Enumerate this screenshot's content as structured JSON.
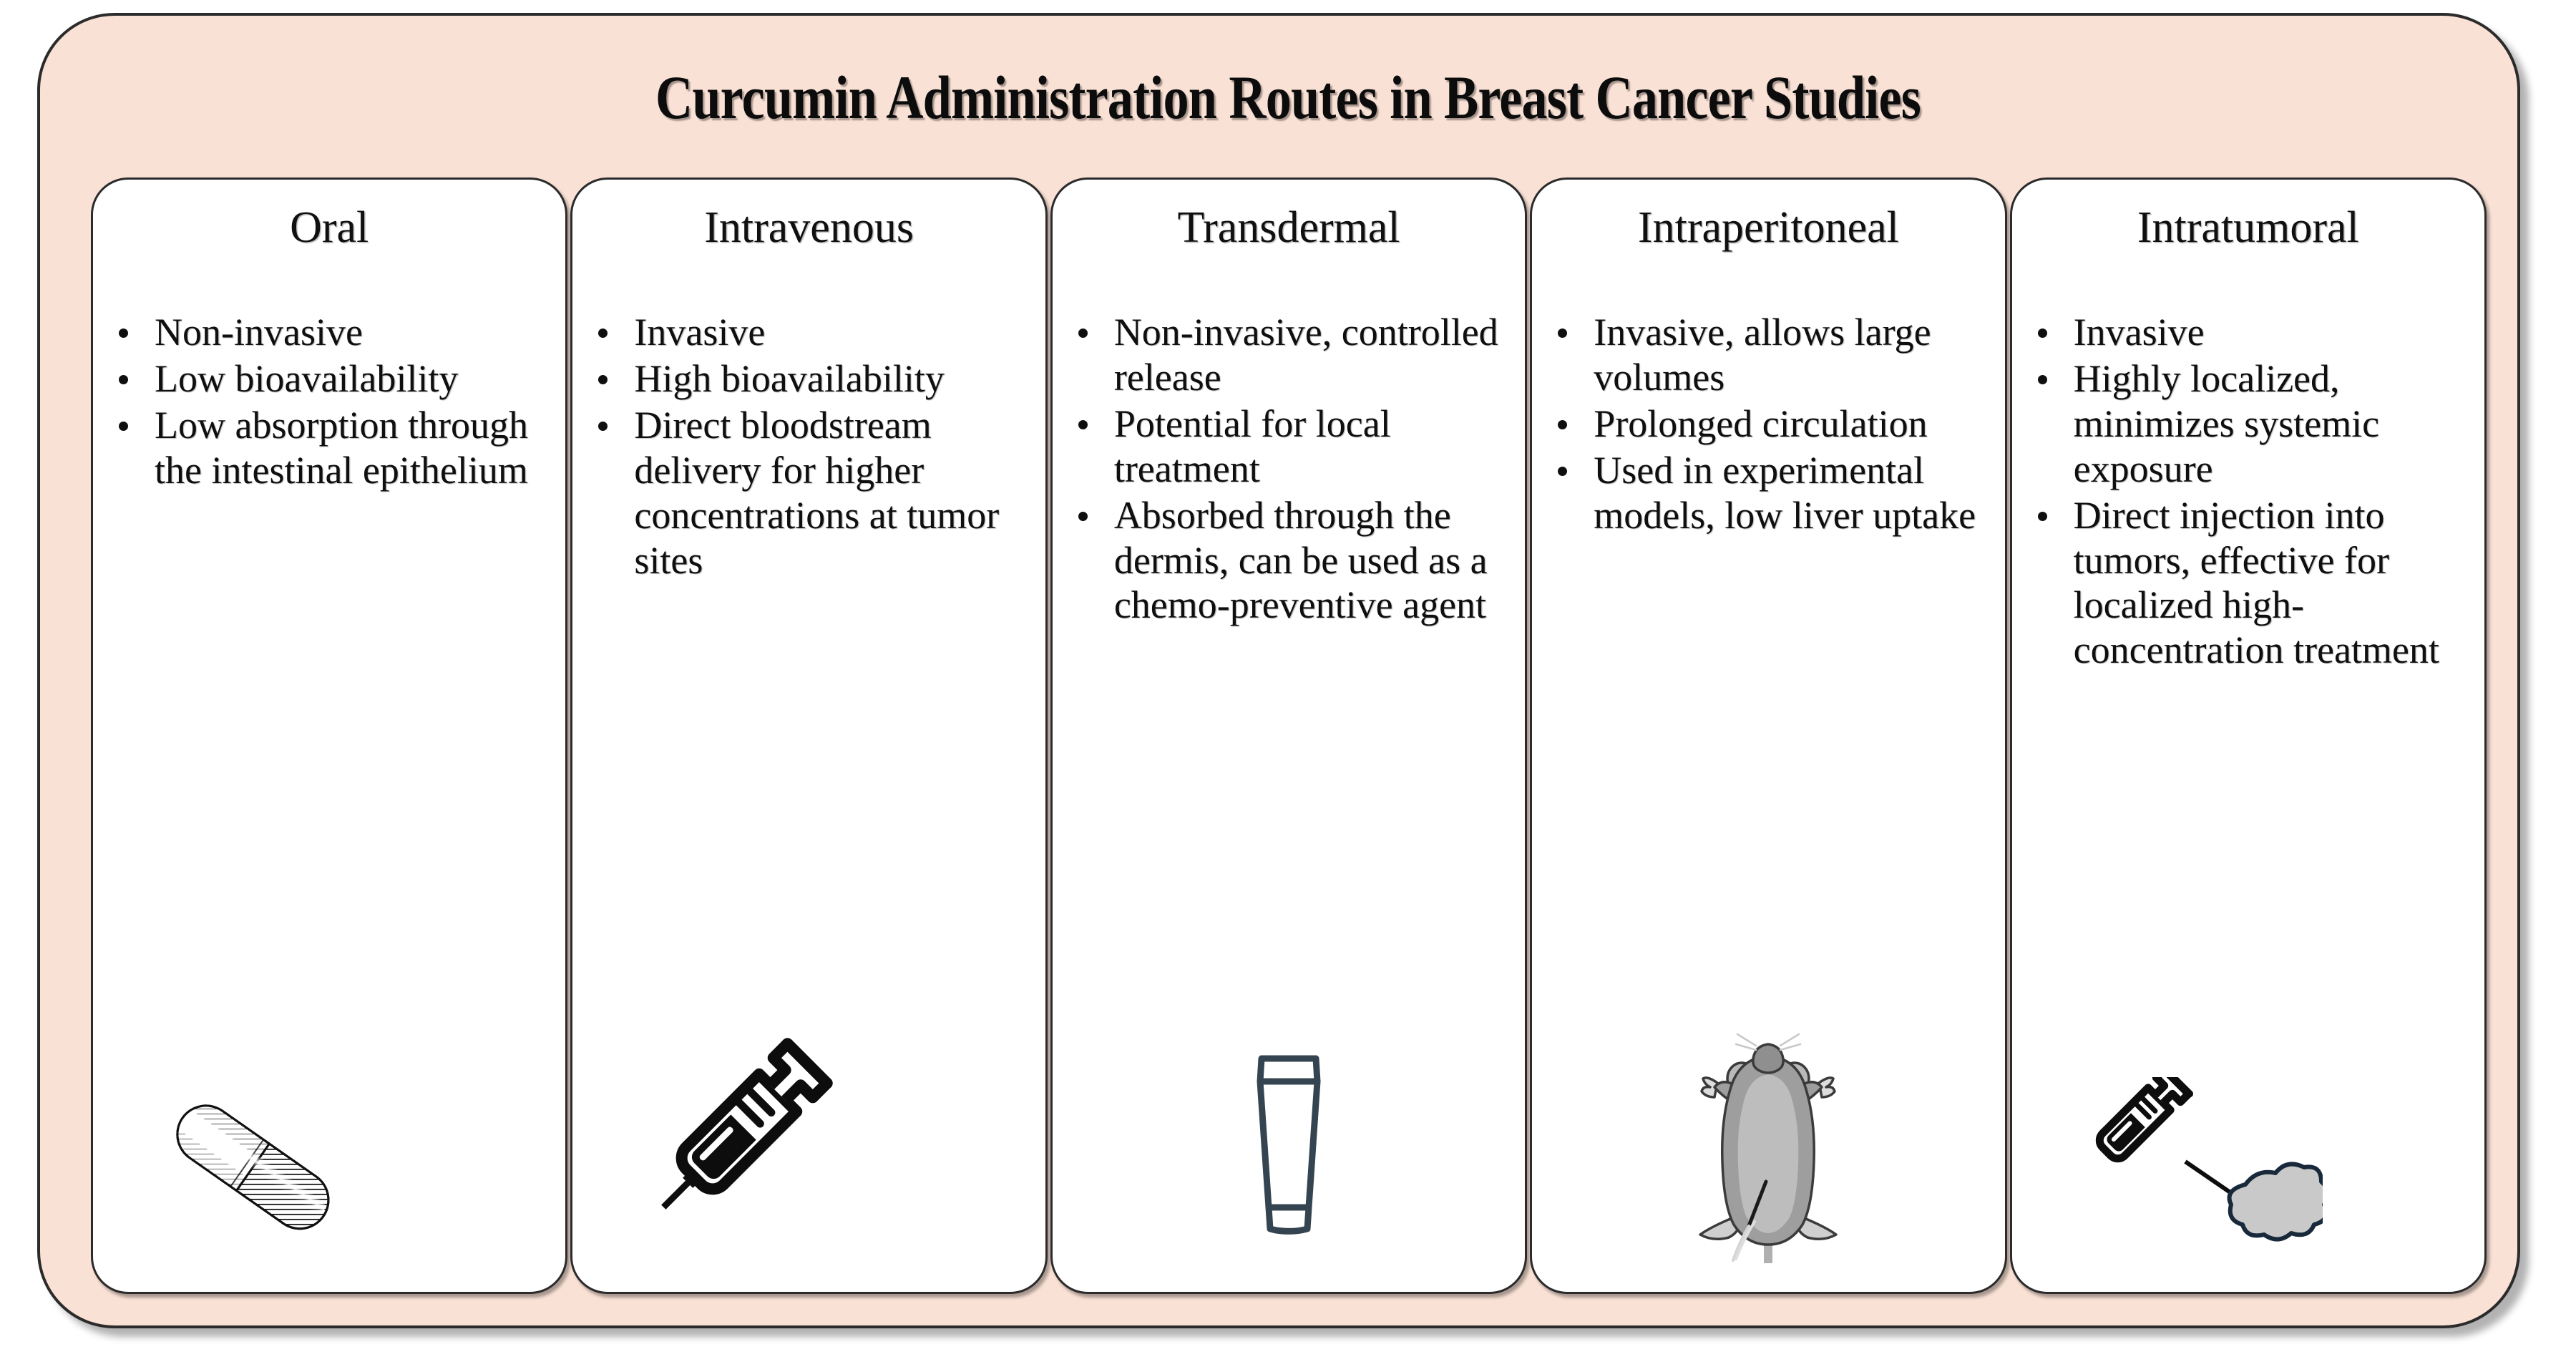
{
  "figure": {
    "title": "Curcumin Administration Routes in Breast Cancer Studies",
    "frame_color": "#fae1d5",
    "card_color": "#ffffff",
    "border_color": "#2b2b2b",
    "text_color": "#0f0f0f"
  },
  "columns": [
    {
      "id": "oral",
      "title": "Oral",
      "bullets": [
        "Non-invasive",
        "Low bioavailability",
        "Low absorption through the intestinal epithelium"
      ],
      "icon": "capsule-pill-icon"
    },
    {
      "id": "intravenous",
      "title": "Intravenous",
      "bullets": [
        "Invasive",
        "High bioavailability",
        "Direct bloodstream delivery for higher concentrations at tumor sites"
      ],
      "icon": "syringe-icon"
    },
    {
      "id": "transdermal",
      "title": "Transdermal",
      "bullets": [
        "Non-invasive, controlled release",
        " Potential for local treatment",
        "Absorbed through the dermis, can be used as a chemo-preventive agent"
      ],
      "icon": "cream-tube-icon"
    },
    {
      "id": "intraperitoneal",
      "title": "Intraperitoneal",
      "bullets": [
        "Invasive, allows large volumes",
        "Prolonged circulation",
        "Used in experimental models, low liver uptake"
      ],
      "icon": "laboratory-mouse-icon"
    },
    {
      "id": "intratumoral",
      "title": "Intratumoral",
      "bullets": [
        "Invasive",
        "Highly localized, minimizes systemic exposure",
        "Direct injection into tumors, effective for localized high-concentration treatment"
      ],
      "icon": "syringe-into-tumor-icon"
    }
  ]
}
